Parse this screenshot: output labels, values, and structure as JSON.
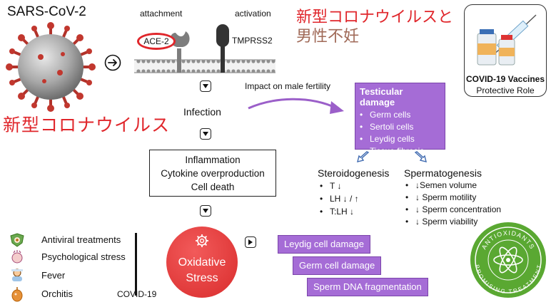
{
  "virus": {
    "title": "SARS-CoV-2",
    "jp_label": "新型コロナウイルス"
  },
  "receptor": {
    "attachment": "attachment",
    "activation": "activation",
    "ace2": "ACE-2",
    "tmprss2": "TMPRSS2"
  },
  "headline": {
    "line1": "新型コロナウイルスと",
    "line2": "男性不妊"
  },
  "vaccine": {
    "title": "COVID-19 Vaccines",
    "subtitle": "Protective Role"
  },
  "flow": {
    "infection": "Infection",
    "impact": "Impact on male fertility",
    "inflammation_lines": [
      "Inflammation",
      "Cytokine overproduction",
      "Cell death"
    ],
    "oxidative_lines": [
      "Oxidative",
      "Stress"
    ]
  },
  "testicular": {
    "title": "Testicular damage",
    "items": [
      "Germ cells",
      "Sertoli cells",
      "Leydig cells",
      "Tissue fibrosis"
    ]
  },
  "steroidogenesis": {
    "title": "Steroidogenesis",
    "items": [
      "T ↓",
      "LH ↓ / ↑",
      "T:LH ↓"
    ]
  },
  "spermatogenesis": {
    "title": "Spermatogenesis",
    "items": [
      "↓Semen volume",
      "↓ Sperm motility",
      "↓ Sperm concentration",
      "↓ Sperm viability"
    ]
  },
  "damage_boxes": [
    "Leydig cell damage",
    "Germ cell damage",
    "Sperm DNA fragmentation"
  ],
  "factors": {
    "items": [
      "Antiviral treatments",
      "Psychological stress",
      "Fever",
      "Orchitis"
    ],
    "group_label": "COVID-19"
  },
  "badge": {
    "top": "ANTIOXIDANTS",
    "bottom": "PROMISING TREATMENT"
  },
  "colors": {
    "purple": "#a56cd6",
    "red": "#e0262b",
    "green": "#5aa832",
    "oxidative": "#e03a3a"
  }
}
